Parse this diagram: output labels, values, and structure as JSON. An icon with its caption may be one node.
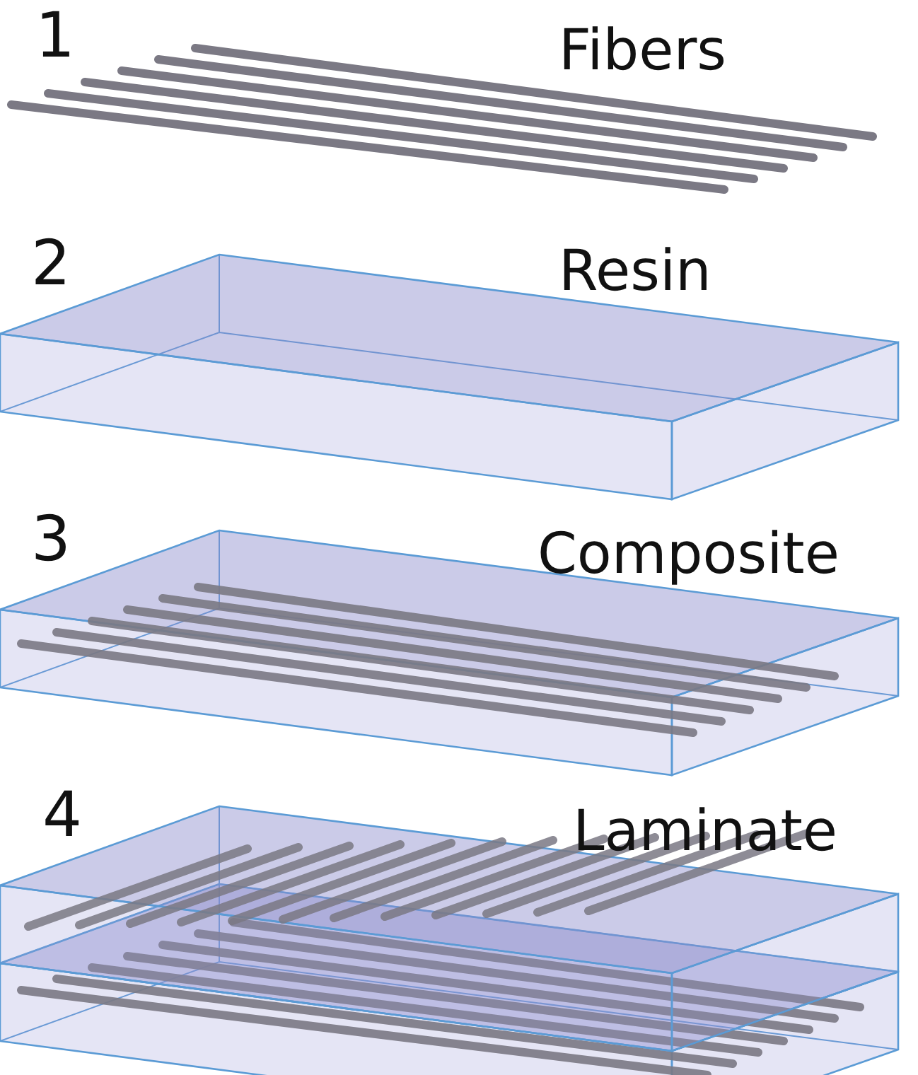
{
  "diagram": {
    "labels": [
      "1",
      "Fibers",
      "2",
      "Resin",
      "3",
      "Composite",
      "4",
      "Laminate"
    ]
  }
}
